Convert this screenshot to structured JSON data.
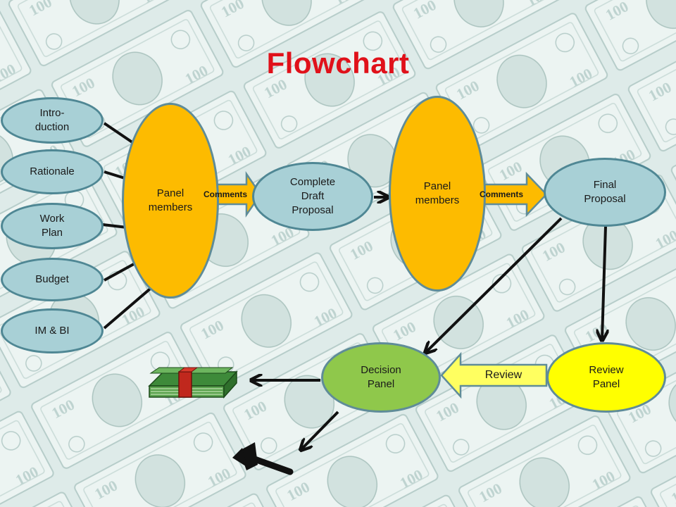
{
  "title": "Flowchart",
  "nodes": {
    "introduction": "Intro-\nduction",
    "rationale": "Rationale",
    "work_plan": "Work\nPlan",
    "budget": "Budget",
    "im_bi": "IM & BI",
    "panel_members_1": "Panel\nmembers",
    "complete_draft": "Complete\nDraft\nProposal",
    "panel_members_2": "Panel\nmembers",
    "final_proposal": "Final\nProposal",
    "review_panel": "Review\nPanel",
    "decision_panel": "Decision\nPanel"
  },
  "block_arrows": {
    "comments_1": "Comments",
    "comments_2": "Comments",
    "review": "Review"
  },
  "colors": {
    "title": "#e0111a",
    "input_fill": "#a8d0d6",
    "panel_fill": "#fdbb00",
    "decision_fill": "#8fc84b",
    "review_fill": "#ffff00",
    "block_arrow_fill": "#fdbb00",
    "review_arrow_fill": "#ffff60"
  },
  "icons": [
    "money-stack-icon",
    "axe-icon"
  ]
}
